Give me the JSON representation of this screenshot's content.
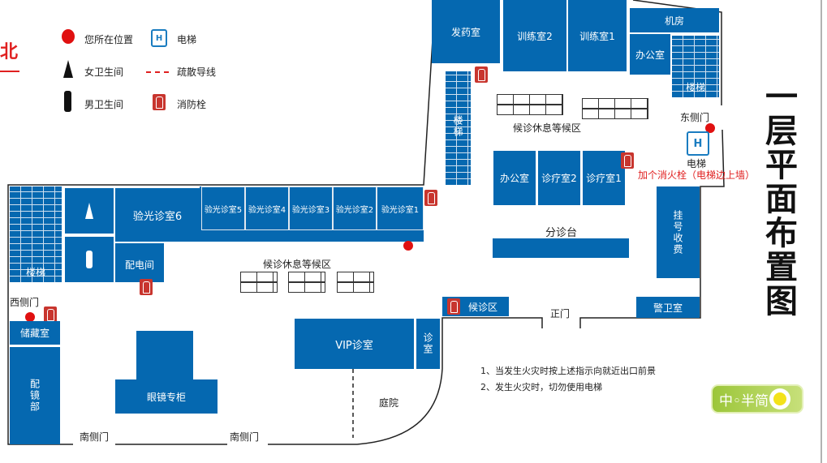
{
  "compass": {
    "north": "北"
  },
  "legend": {
    "location": "您所在位置",
    "elevator": "电梯",
    "female_wc": "女卫生间",
    "evac": "疏散导线",
    "male_wc": "男卫生间",
    "hydrant": "消防栓"
  },
  "rooms": {
    "pharmacy": "发药室",
    "training2": "训练室2",
    "training1": "训练室1",
    "machine": "机房",
    "office_ne": "办公室",
    "stairs_ne": "楼梯",
    "stairs_mid": "楼梯",
    "office": "办公室",
    "treat2": "诊疗室2",
    "treat1": "诊疗室1",
    "triage": "分诊台",
    "register": "挂号收费",
    "guard": "警卫室",
    "waiting": "候诊区",
    "stairs_w": "楼梯",
    "optom6": "验光诊室6",
    "optom5": "验光诊室5",
    "optom4": "验光诊室4",
    "optom3": "验光诊室3",
    "optom2": "验光诊室2",
    "optom1": "验光诊室1",
    "power": "配电间",
    "storage": "储藏室",
    "fitting": "配镜部",
    "glasses": "眼镜专柜",
    "vip": "VIP诊室",
    "clinic": "诊室"
  },
  "labels": {
    "waiting_area_e": "候诊休息等候区",
    "waiting_area_w": "候诊休息等候区",
    "east_door": "东侧门",
    "elevator": "电梯",
    "main_door": "正门",
    "west_door": "西侧门",
    "south_door1": "南侧门",
    "south_door2": "南侧门",
    "courtyard": "庭院"
  },
  "annotation": "加个消火栓（电梯边上墙）",
  "title": "一层平面布置图",
  "notes": [
    "1、当发生火灾时按上述指示向就近出口前景",
    "2、发生火灾时，切勿使用电梯"
  ],
  "lang_toggle": {
    "label": "中◦半简"
  }
}
